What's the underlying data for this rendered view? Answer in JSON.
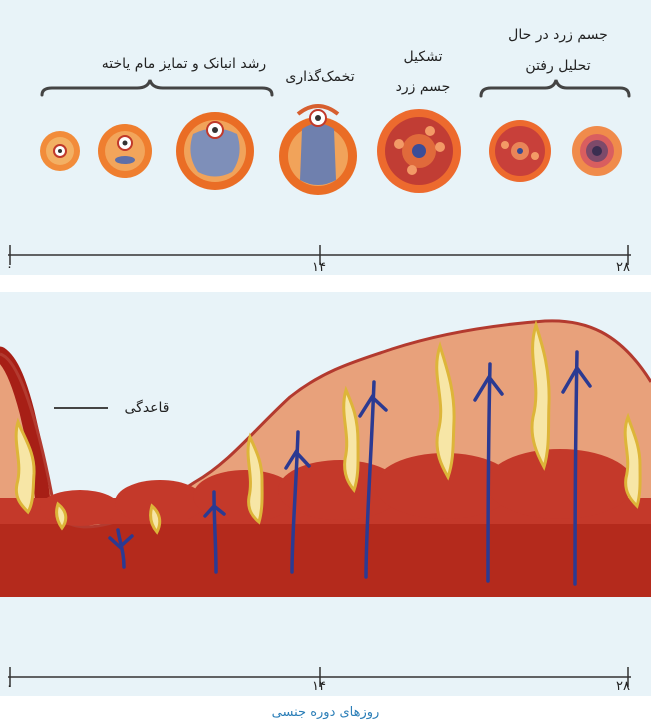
{
  "top_panel": {
    "labels": {
      "follicle_growth": "رشد انبانک و تمایز مام یاخته",
      "ovulation": "تخمک‌گذاری",
      "corpus_luteum_formation_line1": "تشکیل",
      "corpus_luteum_formation_line2": "جسم زرد",
      "corpus_luteum_degeneration_line1": "جسم زرد در حال",
      "corpus_luteum_degeneration_line2": "تحلیل رفتن"
    },
    "axis": {
      "ticks": [
        "۰",
        "۱۴",
        "۲۸"
      ]
    }
  },
  "bottom_panel": {
    "labels": {
      "basal_layer": "قاعدگی"
    },
    "axis": {
      "ticks": [
        "۰",
        "۱۴",
        "۲۸"
      ]
    }
  },
  "caption": "روزهای دوره جنسی",
  "colors": {
    "panel_bg": "#e8f3f8",
    "caption": "#2c7fb8",
    "uterus_outer": "#b72a1b",
    "uterus_inner": "#e8a07e",
    "gland_yellow": "#e7c44b",
    "vessel_blue": "#1f2f8f"
  }
}
